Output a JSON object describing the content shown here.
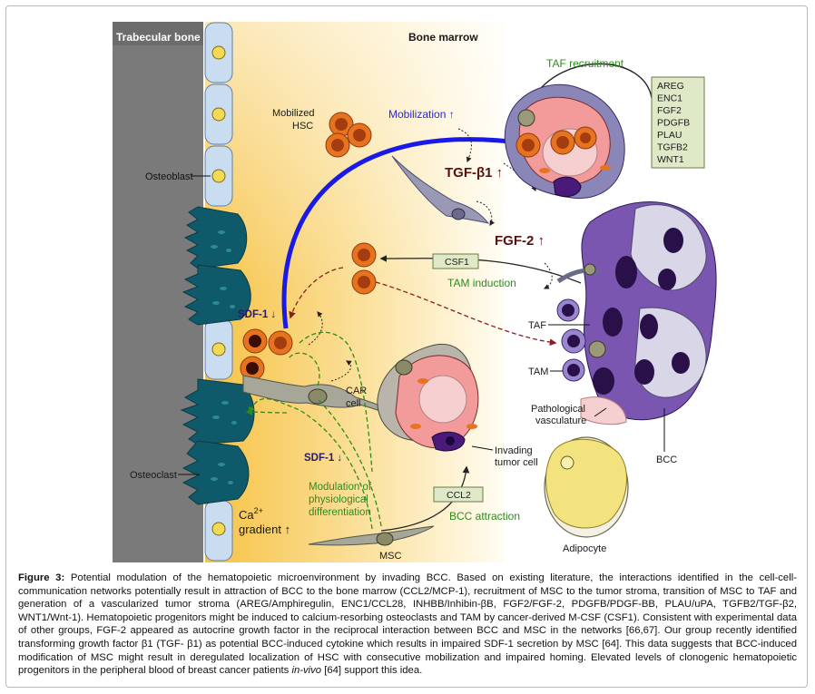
{
  "labels": {
    "trabecular_bone": "Trabecular bone",
    "bone_marrow": "Bone marrow",
    "osteoblast": "Osteoblast",
    "osteoclast": "Osteoclast",
    "mobilized_hsc_1": "Mobilized",
    "mobilized_hsc_2": "HSC",
    "mobilization": "Mobilization ↑",
    "taf_recruitment": "TAF recruitment",
    "tgf_b1": "TGF-β1 ↑",
    "fgf2": "FGF-2 ↑",
    "csf1": "CSF1",
    "tam_induction": "TAM induction",
    "sdf1_top": "SDF-1 ↓",
    "sdf1_bottom": "SDF-1 ↓",
    "car_cell_1": "CAR",
    "car_cell_2": "cell",
    "taf": "TAF",
    "tam": "TAM",
    "pathological_1": "Pathological",
    "pathological_2": "vasculature",
    "bcc": "BCC",
    "invading_1": "Invading",
    "invading_2": "tumor cell",
    "modulation_1": "Modulation of",
    "modulation_2": "physiological",
    "modulation_3": "differentiation",
    "ca_gradient_1": "Ca",
    "ca_gradient_sup": "2+",
    "ca_gradient_2": "gradient ↑",
    "ccl2": "CCL2",
    "bcc_attraction": "BCC attraction",
    "msc": "MSC",
    "adipocyte": "Adipocyte"
  },
  "taf_factors": [
    "AREG",
    "ENC1",
    "FGF2",
    "PDGFB",
    "PLAU",
    "TGFB2",
    "WNT1"
  ],
  "caption": {
    "lead": "Figure 3:",
    "body": " Potential modulation of the hematopoietic microenvironment by invading BCC. Based on existing literature, the interactions identified in the cell-cell-communication networks potentially result in attraction of BCC to the bone marrow (CCL2/MCP-1), recruitment of MSC to the tumor stroma, transition of MSC to TAF and generation of a vascularized tumor stroma (AREG/Amphiregulin, ENC1/CCL28, INHBB/Inhibin-βB, FGF2/FGF-2, PDGFB/PDGF-BB, PLAU/uPA, TGFB2/TGF-β2, WNT1/Wnt-1). Hematopoietic progenitors might be induced to calcium-resorbing osteoclasts and TAM by cancer-derived M-CSF (CSF1). Consistent with experimental data of other groups, FGF-2 appeared as autocrine growth factor in the reciprocal interaction between BCC and MSC in the networks [66,67]. Our group recently identified transforming growth factor β1 (TGF- β1) as potential BCC-induced cytokine which results in impaired SDF-1 secretion by MSC [64]. This data suggests that BCC-induced modification of MSC might result in deregulated localization of HSC with consecutive mobilization and impaired homing. Elevated levels of clonogenic hematopoietic progenitors in the peripheral blood of breast cancer patients ",
    "italic": "in-vivo",
    "tail": " [64] support this idea."
  },
  "colors": {
    "bone": "#7a7a7a",
    "gradient": "#f6c244",
    "mobilization_arrow": "#1a1ae8",
    "green_label": "#2f8a1f",
    "factor_box": "#dfe9c8"
  }
}
